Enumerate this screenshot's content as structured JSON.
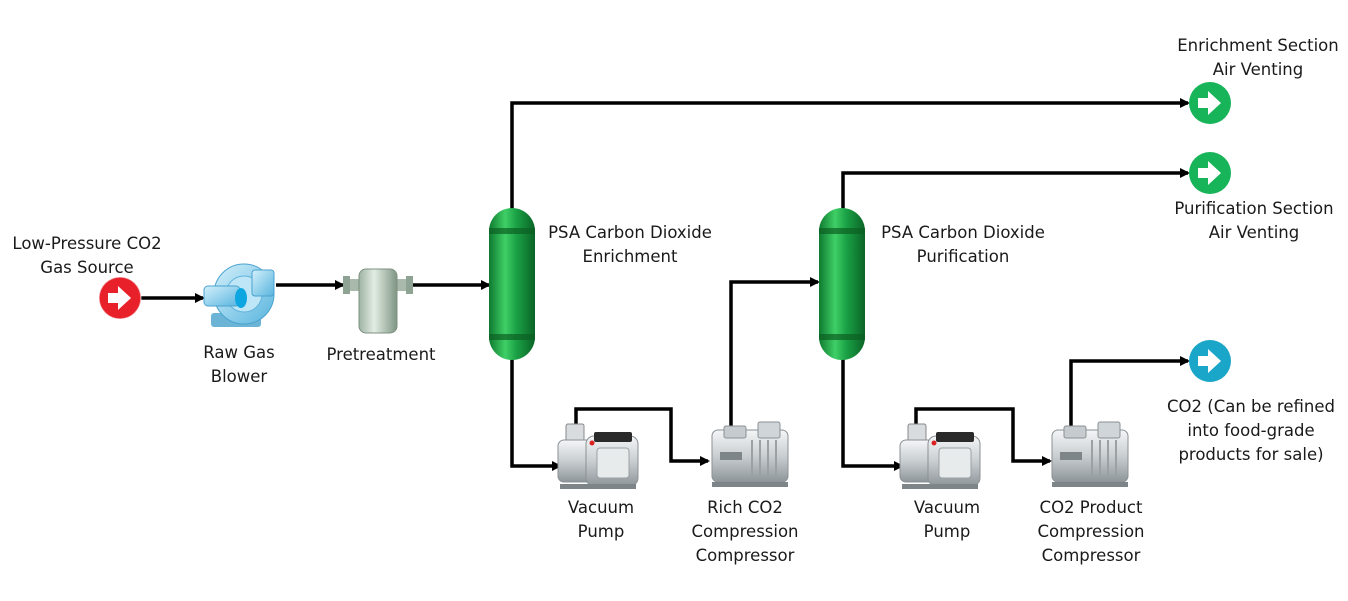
{
  "colors": {
    "line": "#000000",
    "source_red": "#e8202a",
    "vent_green": "#17b45a",
    "product_teal": "#1aa6c8",
    "vessel_green": "#1aa045",
    "blower_blue": "#8fd0ee"
  },
  "labels": {
    "source": [
      "Low-Pressure CO2",
      "Gas Source"
    ],
    "blower": [
      "Raw Gas",
      "Blower"
    ],
    "pretreatment": [
      "Pretreatment"
    ],
    "enrichment": [
      "PSA Carbon Dioxide",
      "Enrichment"
    ],
    "purification": [
      "PSA Carbon Dioxide",
      "Purification"
    ],
    "vacuum1": [
      "Vacuum",
      "Pump"
    ],
    "rich_compressor": [
      "Rich CO2",
      "Compression",
      "Compressor"
    ],
    "vacuum2": [
      "Vacuum",
      "Pump"
    ],
    "product_compressor": [
      "CO2 Product",
      "Compression",
      "Compressor"
    ],
    "enrich_vent": [
      "Enrichment Section",
      "Air Venting"
    ],
    "purify_vent": [
      "Purification Section",
      "Air Venting"
    ],
    "product_out": [
      "CO2 (Can be refined",
      "into food-grade",
      "products for sale)"
    ]
  },
  "icons": {
    "source": "arrow-circle-icon",
    "enrich_vent": "arrow-circle-icon",
    "purify_vent": "arrow-circle-icon",
    "product_out": "arrow-circle-icon"
  }
}
